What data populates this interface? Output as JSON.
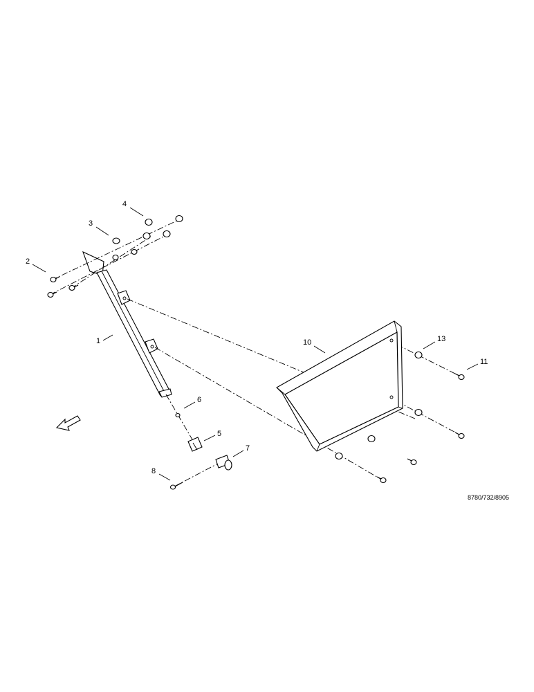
{
  "diagram": {
    "labels": [
      {
        "id": "1",
        "text": "1"
      },
      {
        "id": "2",
        "text": "2"
      },
      {
        "id": "3",
        "text": "3"
      },
      {
        "id": "4",
        "text": "4"
      },
      {
        "id": "5",
        "text": "5"
      },
      {
        "id": "6",
        "text": "6"
      },
      {
        "id": "7",
        "text": "7"
      },
      {
        "id": "8",
        "text": "8"
      },
      {
        "id": "10",
        "text": "10"
      },
      {
        "id": "11",
        "text": "11"
      },
      {
        "id": "13",
        "text": "13"
      }
    ],
    "reference_code": "8780/732/8905"
  }
}
